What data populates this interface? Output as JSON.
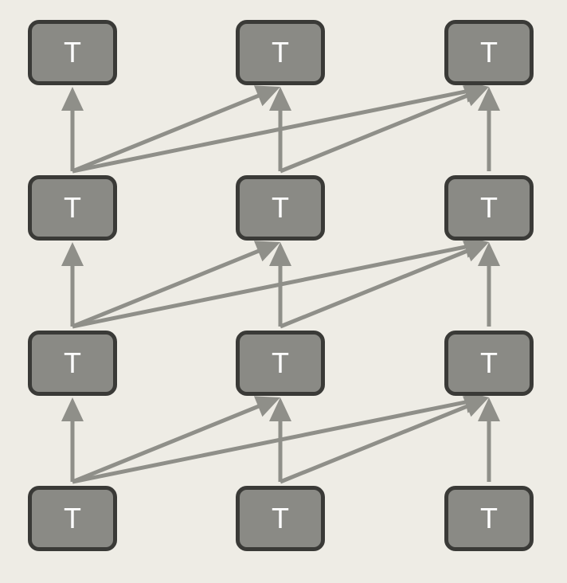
{
  "diagram": {
    "node_label": "T",
    "rows": 4,
    "columns": 3,
    "edge_color": "#8f8f89",
    "node_fill": "#8a8a85",
    "node_border": "#3a3a37",
    "background": "#eeece5",
    "nodes": [
      {
        "id": "n-0-0",
        "label": "T",
        "row": 0,
        "col": 0
      },
      {
        "id": "n-0-1",
        "label": "T",
        "row": 0,
        "col": 1
      },
      {
        "id": "n-0-2",
        "label": "T",
        "row": 0,
        "col": 2
      },
      {
        "id": "n-1-0",
        "label": "T",
        "row": 1,
        "col": 0
      },
      {
        "id": "n-1-1",
        "label": "T",
        "row": 1,
        "col": 1
      },
      {
        "id": "n-1-2",
        "label": "T",
        "row": 1,
        "col": 2
      },
      {
        "id": "n-2-0",
        "label": "T",
        "row": 2,
        "col": 0
      },
      {
        "id": "n-2-1",
        "label": "T",
        "row": 2,
        "col": 1
      },
      {
        "id": "n-2-2",
        "label": "T",
        "row": 2,
        "col": 2
      },
      {
        "id": "n-3-0",
        "label": "T",
        "row": 3,
        "col": 0
      },
      {
        "id": "n-3-1",
        "label": "T",
        "row": 3,
        "col": 1
      },
      {
        "id": "n-3-2",
        "label": "T",
        "row": 3,
        "col": 2
      }
    ],
    "edges": [
      {
        "from": "n-3-0",
        "to": "n-2-0"
      },
      {
        "from": "n-3-0",
        "to": "n-2-1"
      },
      {
        "from": "n-3-0",
        "to": "n-2-2"
      },
      {
        "from": "n-3-1",
        "to": "n-2-1"
      },
      {
        "from": "n-3-1",
        "to": "n-2-2"
      },
      {
        "from": "n-3-2",
        "to": "n-2-2"
      },
      {
        "from": "n-2-0",
        "to": "n-1-0"
      },
      {
        "from": "n-2-0",
        "to": "n-1-1"
      },
      {
        "from": "n-2-0",
        "to": "n-1-2"
      },
      {
        "from": "n-2-1",
        "to": "n-1-1"
      },
      {
        "from": "n-2-1",
        "to": "n-1-2"
      },
      {
        "from": "n-2-2",
        "to": "n-1-2"
      },
      {
        "from": "n-1-0",
        "to": "n-0-0"
      },
      {
        "from": "n-1-0",
        "to": "n-0-1"
      },
      {
        "from": "n-1-0",
        "to": "n-0-2"
      },
      {
        "from": "n-1-1",
        "to": "n-0-1"
      },
      {
        "from": "n-1-1",
        "to": "n-0-2"
      },
      {
        "from": "n-1-2",
        "to": "n-0-2"
      }
    ]
  }
}
